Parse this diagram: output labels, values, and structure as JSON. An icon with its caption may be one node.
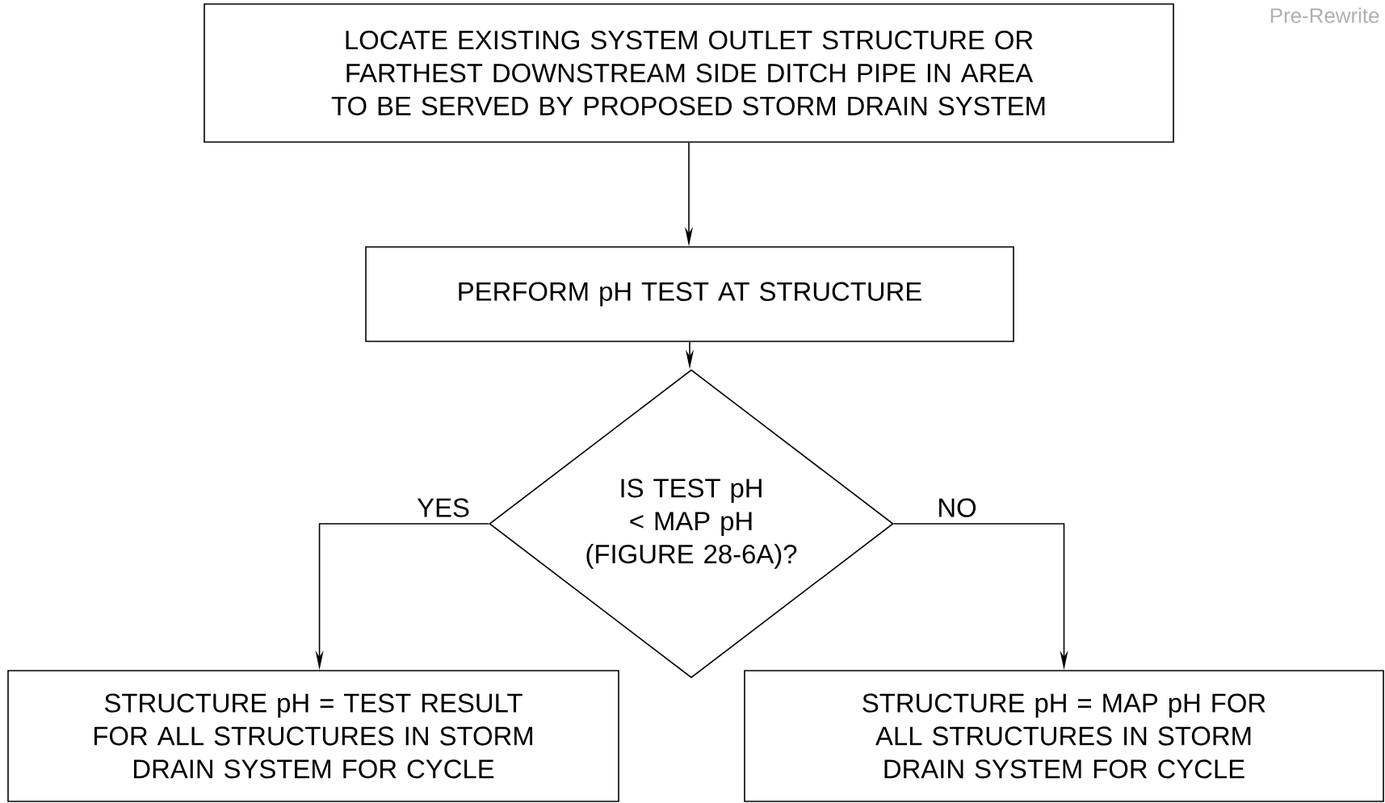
{
  "diagram": {
    "nodes": [
      {
        "text": [
          "LOCATE EXISTING SYSTEM OUTLET STRUCTURE OR FARTHEST DOWNSTREAM SIDE DITCH PIPE IN AREA TO BE SERVED BY PROPOSED STORM DRAIN SYSTEM"
        ]
      },
      {
        "text": [
          "PERFORM pH TEST AT STRUCTURE"
        ]
      },
      {
        "text": [
          "IS TEST pH < MAP pH (FIGURE 28-6A)?"
        ]
      },
      {
        "text": [
          "STRUCTURE pH = TEST RESULT FOR ALL STRUCTURES IN STORM DRAIN SYSTEM FOR CYCLE"
        ]
      },
      {
        "text": [
          "STRUCTURE pH = MAP pH FOR ALL STRUCTURES IN STORM DRAIN SYSTEM FOR CYCLE"
        ]
      }
    ],
    "edges": [
      {
        "from": 0,
        "to": 1,
        "arrow": "to"
      },
      {
        "from": 1,
        "to": 2,
        "arrow": "to"
      },
      {
        "from": 2,
        "to": 3,
        "arrow": "to",
        "label": "YES"
      },
      {
        "from": 2,
        "to": 4,
        "arrow": "to",
        "label": "NO"
      }
    ],
    "labels": [
      "Pre-Rewrite"
    ]
  }
}
